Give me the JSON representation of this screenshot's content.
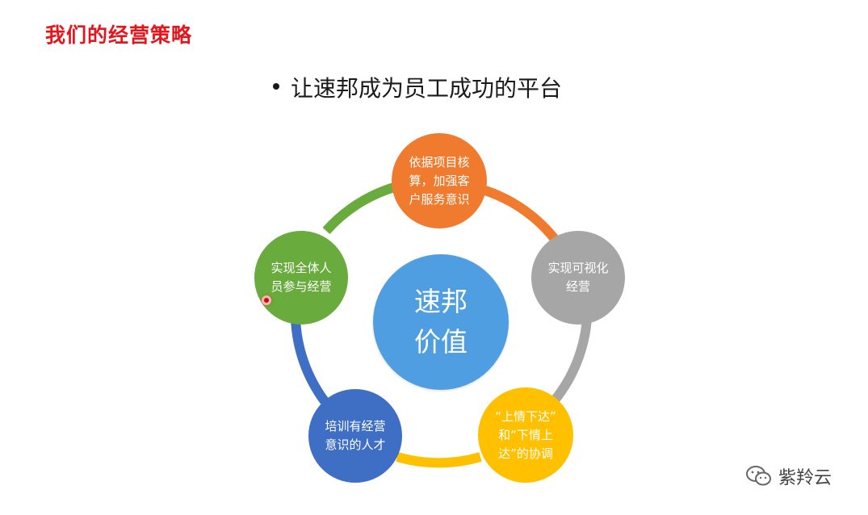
{
  "slide": {
    "title": "我们的经营策略",
    "bullet": "让速邦成为员工成功的平台"
  },
  "diagram": {
    "center": {
      "line1": "速邦",
      "line2": "价值",
      "color": "#4f9ee1"
    },
    "nodes": [
      {
        "id": "top",
        "lines": [
          "依据项目核",
          "算，加强客",
          "户服务意识"
        ],
        "color": "#f07a2e"
      },
      {
        "id": "right",
        "lines": [
          "实现可视化",
          "经营"
        ],
        "color": "#a6a6a6"
      },
      {
        "id": "bottom-right",
        "lines": [
          "“上情下达”",
          "和“下情上",
          "达”的协调"
        ],
        "color": "#ffc000"
      },
      {
        "id": "bottom-left",
        "lines": [
          "培训有经营",
          "意识的人才"
        ],
        "color": "#3f6fc4"
      },
      {
        "id": "left",
        "lines": [
          "实现全体人",
          "员参与经营"
        ],
        "color": "#6aab3e"
      }
    ],
    "arc_colors": [
      "#f07a2e",
      "#a6a6a6",
      "#ffc000",
      "#3f6fc4",
      "#6aab3e"
    ]
  },
  "watermark": {
    "text": "紫羚云",
    "icon": "wechat-icon"
  }
}
